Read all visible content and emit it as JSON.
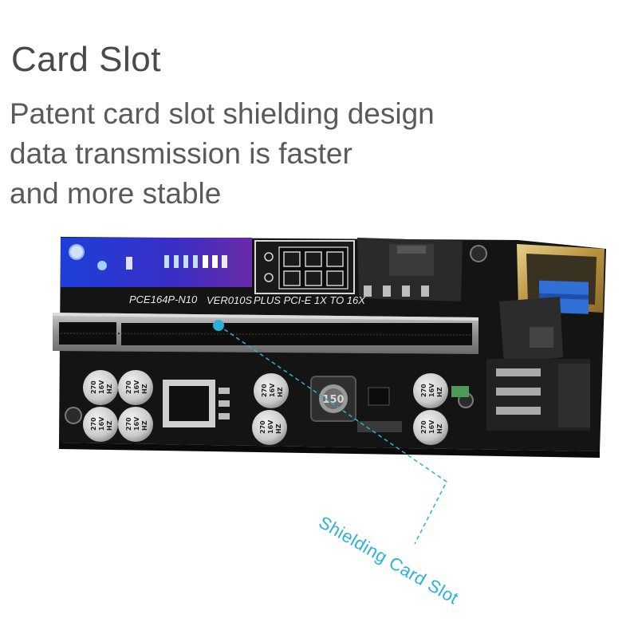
{
  "header": {
    "title": "Card Slot",
    "lines": [
      "Patent card slot shielding design",
      "data transmission is faster",
      "and more stable"
    ]
  },
  "board": {
    "model": "PCE164P-N10",
    "version": "VER010S",
    "spec": "PLUS PCI-E 1X TO 16X",
    "inductor": "150",
    "capacitor_lines": [
      "270",
      "16V",
      "HZ"
    ]
  },
  "callout": {
    "label": "Shielding Card Slot",
    "color": "#29b3d6"
  },
  "colors": {
    "pcb": "#141414",
    "slot_shield": "#9a9a9a",
    "usb_gold": "#c9a85a",
    "usb_blue": "#2f6fd6",
    "led_panel": "#2a34c8"
  }
}
